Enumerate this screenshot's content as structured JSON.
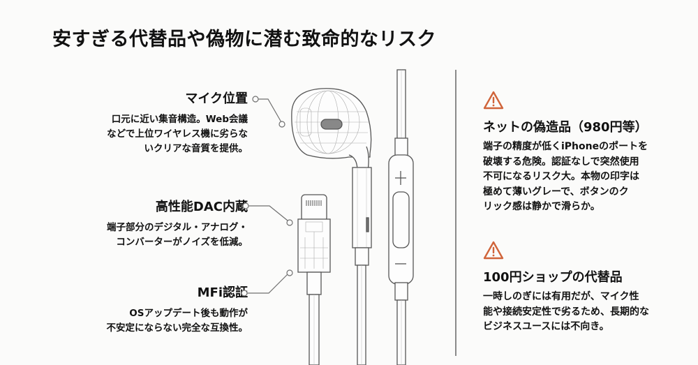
{
  "title": "安すぎる代替品や偽物に潜む致命的なリスク",
  "features": [
    {
      "heading": "マイク位置",
      "body": "口元に近い集音構造。Web会議\nなどで上位ワイヤレス機に劣らな\nいクリアな音質を提供。"
    },
    {
      "heading": "高性能DAC内蔵",
      "body": "端子部分のデジタル・アナログ・\nコンバーターがノイズを低減。"
    },
    {
      "heading": "MFi認証",
      "body": "OSアップデート後も動作が\n不安定にならない完全な互換性。"
    }
  ],
  "risks": [
    {
      "icon": "warning-triangle-icon",
      "heading": "ネットの偽造品（980円等）",
      "body": "端子の精度が低くiPhoneのポートを\n破壊する危険。認証なしで突然使用\n不可になるリスク大。本物の印字は\n極めて薄いグレーで、ボタンのク\nリック感は静かで滑らか。"
    },
    {
      "icon": "warning-triangle-icon",
      "heading": "100円ショップの代替品",
      "body": "一時しのぎには有用だが、マイク性\n能や接続安定性で劣るため、長期的な\nビジネスユースには不向き。"
    }
  ],
  "colors": {
    "warning": "#d0643a",
    "line": "#7a7a7a",
    "text": "#111111"
  }
}
